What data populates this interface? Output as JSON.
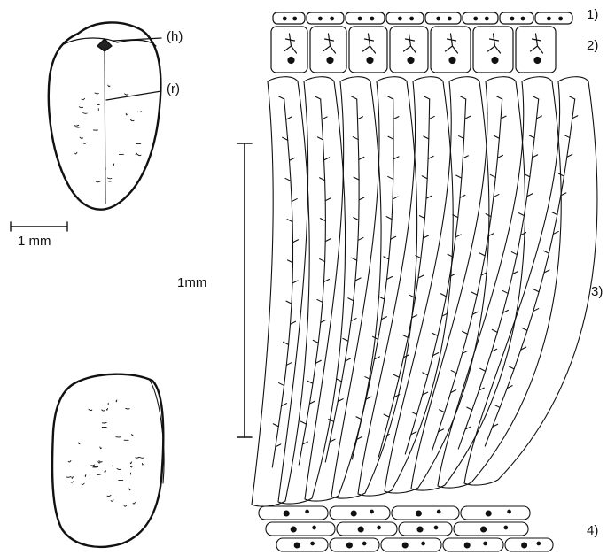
{
  "labels": {
    "hilum": "(h)",
    "raphe": "(r)",
    "scale_small": "1 mm",
    "scale_large": "1mm",
    "layer_1": "1)",
    "layer_2": "2)",
    "layer_3": "3)",
    "layer_4": "4)"
  }
}
